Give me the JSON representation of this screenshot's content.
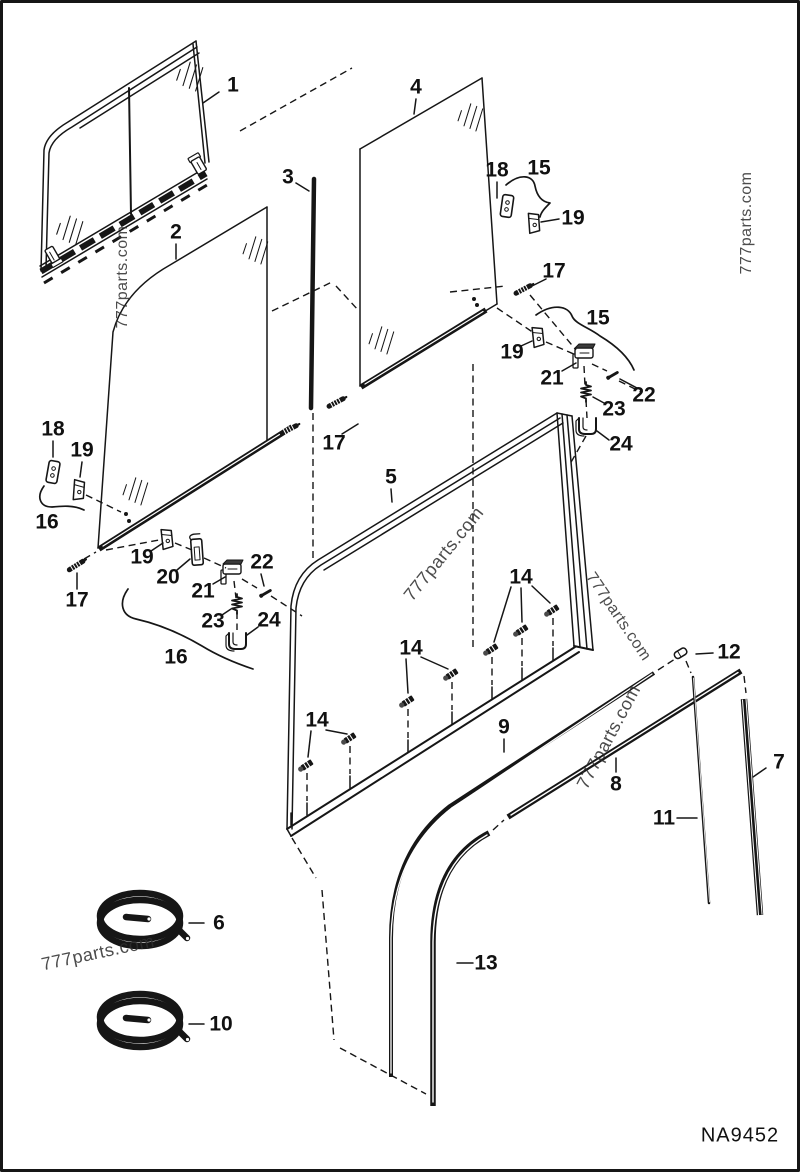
{
  "diagram": {
    "drawing_number": "NA9452",
    "watermark_text": "777parts.com",
    "line_color": "#161616",
    "background_color": "#ffffff"
  },
  "callouts": [
    {
      "label": "1"
    },
    {
      "label": "2"
    },
    {
      "label": "3"
    },
    {
      "label": "4"
    },
    {
      "label": "5"
    },
    {
      "label": "6"
    },
    {
      "label": "7"
    },
    {
      "label": "8"
    },
    {
      "label": "9"
    },
    {
      "label": "10"
    },
    {
      "label": "11"
    },
    {
      "label": "12"
    },
    {
      "label": "13"
    },
    {
      "label": "14"
    },
    {
      "label": "14"
    },
    {
      "label": "14"
    },
    {
      "label": "15"
    },
    {
      "label": "15"
    },
    {
      "label": "16"
    },
    {
      "label": "16"
    },
    {
      "label": "17"
    },
    {
      "label": "17"
    },
    {
      "label": "17"
    },
    {
      "label": "18"
    },
    {
      "label": "18"
    },
    {
      "label": "19"
    },
    {
      "label": "19"
    },
    {
      "label": "19"
    },
    {
      "label": "19"
    },
    {
      "label": "20"
    },
    {
      "label": "21"
    },
    {
      "label": "21"
    },
    {
      "label": "22"
    },
    {
      "label": "22"
    },
    {
      "label": "23"
    },
    {
      "label": "23"
    },
    {
      "label": "24"
    },
    {
      "label": "24"
    }
  ]
}
